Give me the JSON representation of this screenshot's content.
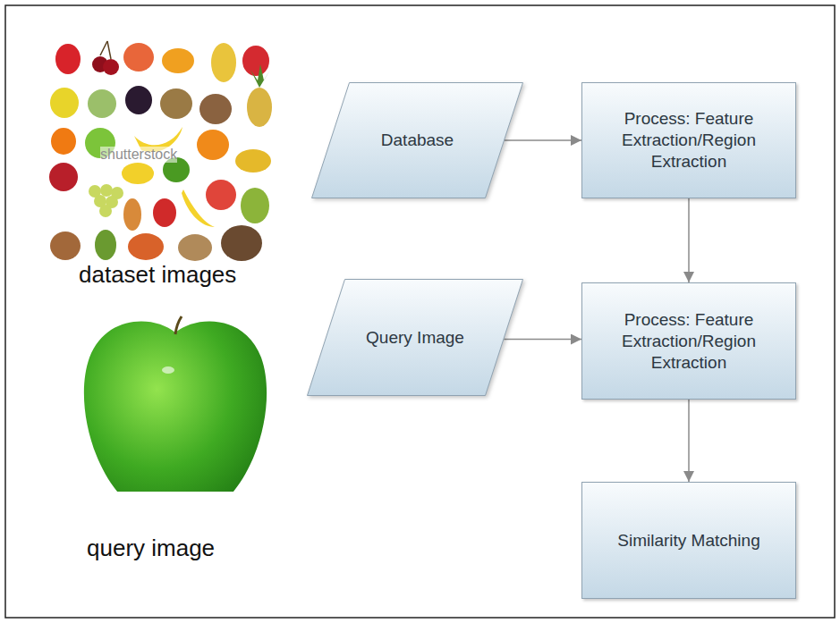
{
  "diagram": {
    "nodes": [
      {
        "text": [
          "Database"
        ]
      },
      {
        "text": [
          "Process: Feature Extraction/Region Extraction"
        ]
      },
      {
        "text": [
          "Query Image"
        ]
      },
      {
        "text": [
          "Process: Feature Extraction/Region Extraction"
        ]
      },
      {
        "text": [
          "Similarity Matching"
        ]
      }
    ],
    "edges": [
      {
        "from": 0,
        "to": 1,
        "arrow": "to"
      },
      {
        "from": 1,
        "to": 3,
        "arrow": "to"
      },
      {
        "from": 2,
        "to": 3,
        "arrow": "to"
      },
      {
        "from": 3,
        "to": 4,
        "arrow": "to"
      }
    ],
    "labels": [
      "shutterstock",
      "dataset images",
      "query image"
    ]
  }
}
